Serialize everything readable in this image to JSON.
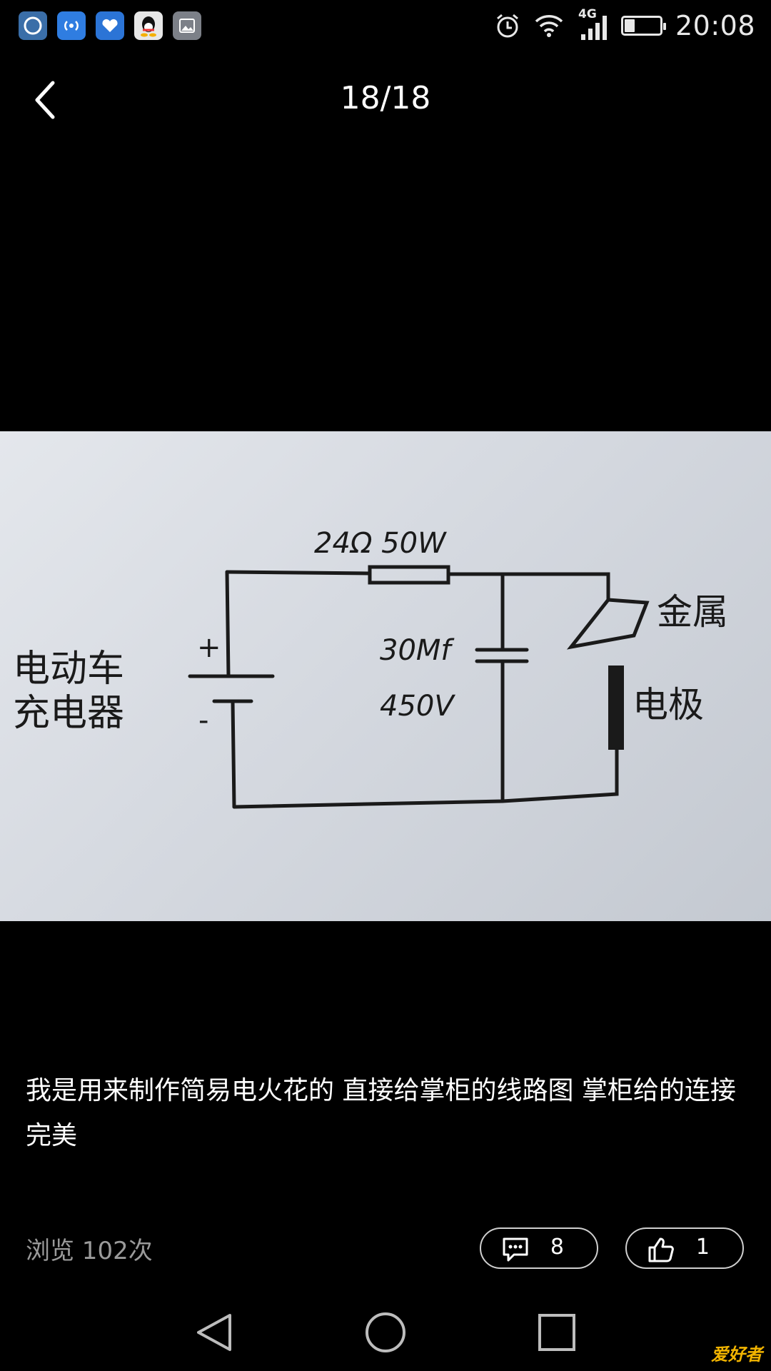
{
  "status_bar": {
    "time": "20:08",
    "network": "4G",
    "battery_level": 0.3,
    "notification_icons": [
      "browser-app-icon",
      "wireless-app-icon",
      "health-app-icon",
      "qq-app-icon",
      "gallery-app-icon"
    ]
  },
  "header": {
    "counter": "18/18"
  },
  "photo": {
    "labels": {
      "resistor": "24Ω 50W",
      "capacitor_value": "30Mf",
      "capacitor_voltage": "450V",
      "charger_line1": "电动车",
      "charger_line2": "充电器",
      "plus": "+",
      "minus": "-",
      "metal": "金属",
      "electrode": "电极"
    }
  },
  "caption": "我是用来制作简易电火花的 直接给掌柜的线路图 掌柜给的连接 完美",
  "footer": {
    "views": "浏览 102次",
    "comments": "8",
    "likes": "1"
  },
  "watermark": "爱好者",
  "colors": {
    "background": "#000000",
    "text": "#ffffff",
    "muted": "#9a9a9a",
    "paper": "#dcdfe5",
    "ink": "#1a1a1a"
  }
}
